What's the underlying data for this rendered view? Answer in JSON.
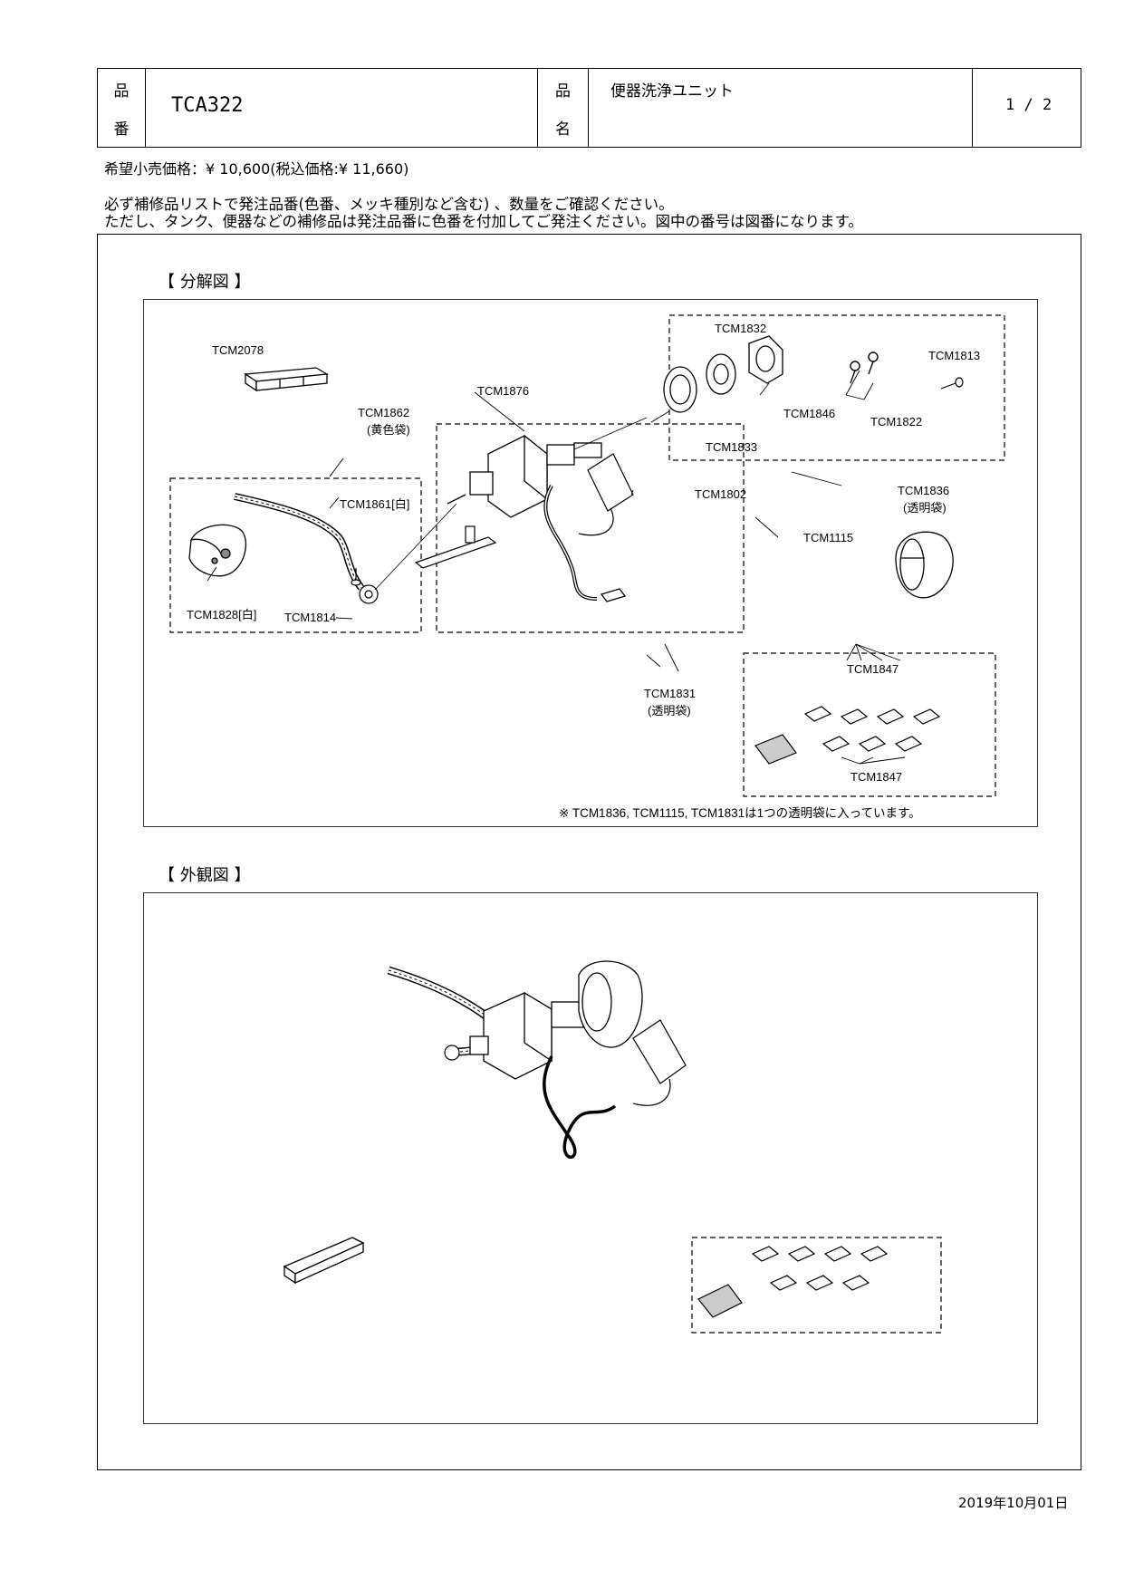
{
  "header": {
    "hinban_label_1": "品",
    "hinban_label_2": "番",
    "part_number": "TCA322",
    "hinmei_label_1": "品",
    "hinmei_label_2": "名",
    "product_name": "便器洗浄ユニット",
    "page": "1 / 2"
  },
  "price_line": "希望小売価格：¥ 10,600(税込価格:¥ 11,660)",
  "notes": [
    "必ず補修品リストで発注品番(色番、メッキ種別など含む) 、数量をご確認ください。",
    "ただし、タンク、便器などの補修品は発注品番に色番を付加してご発注ください。図中の番号は図番になります。"
  ],
  "exploded": {
    "title": "【 分解図 】",
    "parts": {
      "tcm2078": "TCM2078",
      "tcm1862": "TCM1862",
      "tcm1862_note": "(黄色袋)",
      "tcm1861": "TCM1861[白]",
      "tcm1828": "TCM1828[白]",
      "tcm1814": "TCM1814",
      "tcm1876": "TCM1876",
      "tcm1802": "TCM1802",
      "tcm1832": "TCM1832",
      "tcm1833": "TCM1833",
      "tcm1846": "TCM1846",
      "tcm1822": "TCM1822",
      "tcm1813": "TCM1813",
      "tcm1836": "TCM1836",
      "tcm1836_note": "(透明袋)",
      "tcm1115": "TCM1115",
      "tcm1831": "TCM1831",
      "tcm1831_note": "(透明袋)",
      "tcm1847_top": "TCM1847",
      "tcm1847_bottom": "TCM1847"
    },
    "footnote": "※ TCM1836, TCM1115, TCM1831は1つの透明袋に入っています。"
  },
  "exterior": {
    "title": "【 外観図 】"
  },
  "date": "2019年10月01日"
}
